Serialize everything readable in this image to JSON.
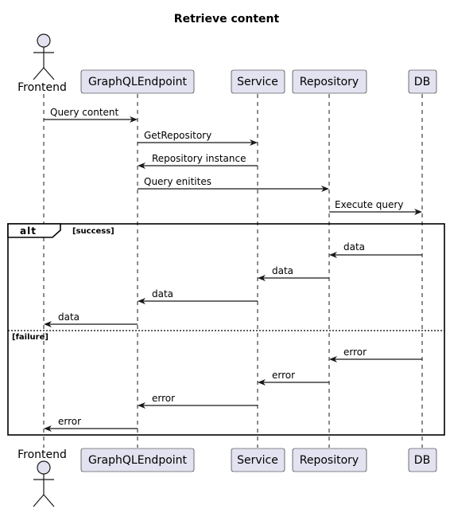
{
  "diagram": {
    "title": "Retrieve content",
    "participants": [
      {
        "id": "frontend",
        "label": "Frontend",
        "kind": "actor"
      },
      {
        "id": "graphql",
        "label": "GraphQLEndpoint",
        "kind": "participant"
      },
      {
        "id": "service",
        "label": "Service",
        "kind": "participant"
      },
      {
        "id": "repository",
        "label": "Repository",
        "kind": "participant"
      },
      {
        "id": "db",
        "label": "DB",
        "kind": "participant"
      }
    ],
    "messages": [
      {
        "from": "frontend",
        "to": "graphql",
        "label": "Query content"
      },
      {
        "from": "graphql",
        "to": "service",
        "label": "GetRepository"
      },
      {
        "from": "service",
        "to": "graphql",
        "label": "Repository instance"
      },
      {
        "from": "graphql",
        "to": "repository",
        "label": "Query enitites"
      },
      {
        "from": "repository",
        "to": "db",
        "label": "Execute query"
      }
    ],
    "alt_fragment": {
      "operator": "alt",
      "success_guard": "[success]",
      "failure_guard": "[failure]",
      "success_messages": [
        {
          "from": "db",
          "to": "repository",
          "label": "data"
        },
        {
          "from": "repository",
          "to": "service",
          "label": "data"
        },
        {
          "from": "service",
          "to": "graphql",
          "label": "data"
        },
        {
          "from": "graphql",
          "to": "frontend",
          "label": "data"
        }
      ],
      "failure_messages": [
        {
          "from": "db",
          "to": "repository",
          "label": "error"
        },
        {
          "from": "repository",
          "to": "service",
          "label": "error"
        },
        {
          "from": "service",
          "to": "graphql",
          "label": "error"
        },
        {
          "from": "graphql",
          "to": "frontend",
          "label": "error"
        }
      ]
    }
  }
}
